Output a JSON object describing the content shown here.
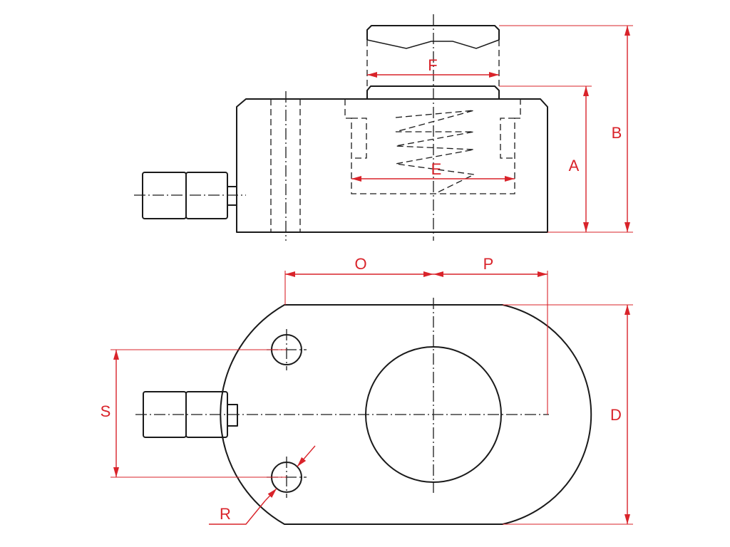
{
  "colors": {
    "outline": "#1a1a1a",
    "dimension": "#d9232a",
    "background": "#ffffff"
  },
  "dimensions": {
    "A": "A",
    "B": "B",
    "D": "D",
    "E": "E",
    "F": "F",
    "O": "O",
    "P": "P",
    "R": "R",
    "S": "S"
  }
}
